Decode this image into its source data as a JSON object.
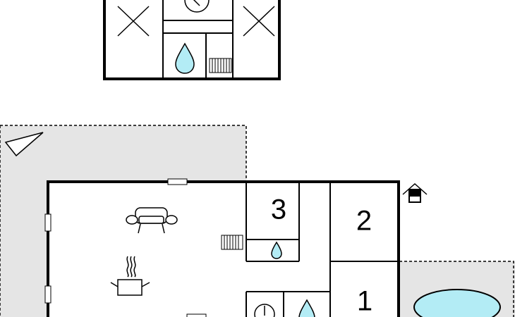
{
  "rooms": {
    "room_1": {
      "label": "1"
    },
    "room_2": {
      "label": "2"
    },
    "room_3": {
      "label": "3"
    }
  },
  "colors": {
    "wall": "#000000",
    "terrace": "#e5e5e5",
    "water": "#b3ecf5",
    "window": "#ffffff"
  },
  "icons": {
    "wardrobe": "x-box-icon",
    "shower": "water-drop-icon",
    "toilet": "toilet-icon",
    "radiator": "radiator-icon",
    "sofa": "sofa-icon",
    "kitchen": "cooking-pot-icon",
    "entrance": "house-entrance-icon",
    "north": "compass-arrow-icon",
    "pool": "pool-icon"
  }
}
